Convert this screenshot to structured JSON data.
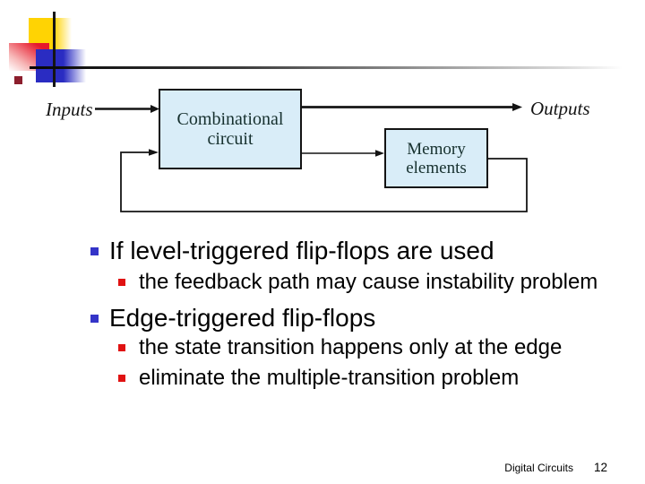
{
  "slide": {
    "diagram": {
      "inputs_label": "Inputs",
      "outputs_label": "Outputs",
      "combinational_label": "Combinational circuit",
      "memory_label": "Memory elements"
    },
    "bullets": [
      {
        "level": 1,
        "text": "If level-triggered flip-flops are used"
      },
      {
        "level": 2,
        "text": "the feedback path may cause instability problem"
      },
      {
        "level": 1,
        "text": "Edge-triggered flip-flops"
      },
      {
        "level": 2,
        "text": "the state transition happens only at the edge"
      },
      {
        "level": 2,
        "text": "eliminate the multiple-transition problem"
      }
    ],
    "footer": {
      "course_label": "Digital Circuits",
      "page_number": "12"
    },
    "colors": {
      "bullet_level1": "#3434c8",
      "bullet_level2": "#e01212",
      "diagram_box_fill": "#d9edf8",
      "diagram_line": "#141414",
      "logo_yellow": "#ffd303",
      "logo_red": "#e6182b",
      "logo_blue": "#2a2cc2"
    }
  }
}
